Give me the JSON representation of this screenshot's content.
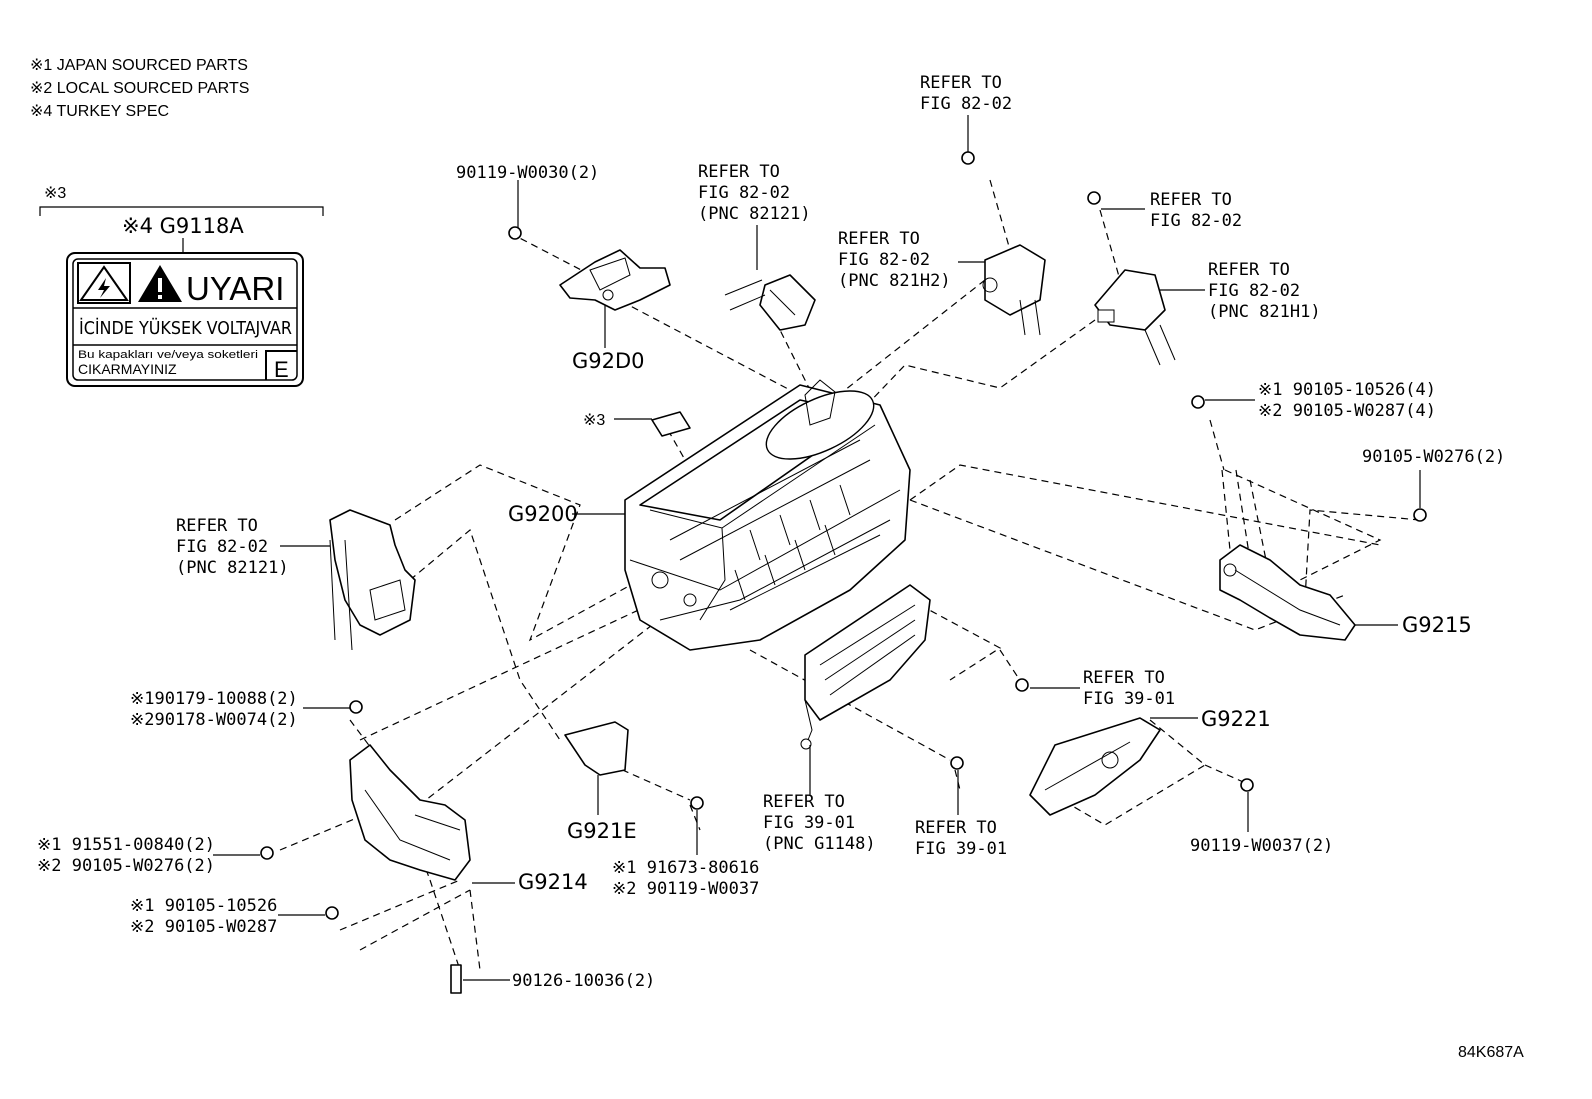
{
  "legend": [
    "※1 JAPAN SOURCED PARTS",
    "※2 LOCAL SOURCED PARTS",
    "※4 TURKEY SPEC"
  ],
  "label_box": {
    "bracket_note": "※3",
    "part_no": "※4 G9118A",
    "warning_word": "UYARI",
    "line1": "İCİNDE YÜKSEK VOLTAJVAR",
    "line2": "Bu kapakları ve/veya soketleri",
    "line3": "CIKARMAYINIZ",
    "corner_letter": "E"
  },
  "callouts": {
    "bolt_w0030": "90119-W0030(2)",
    "refer_top_center": [
      "REFER TO",
      "FIG 82-02",
      "(PNC 82121)"
    ],
    "refer_top_mid": [
      "REFER TO",
      "FIG 82-02"
    ],
    "refer_top_right_1": [
      "REFER TO",
      "FIG 82-02"
    ],
    "refer_h2": [
      "REFER TO",
      "FIG 82-02",
      "(PNC 821H2)"
    ],
    "refer_h1": [
      "REFER TO",
      "FIG 82-02",
      "(PNC 821H1)"
    ],
    "g92d0": "G92D0",
    "note3": "※3",
    "g9200": "G9200",
    "refer_left": [
      "REFER TO",
      "FIG 82-02",
      "(PNC 82121)"
    ],
    "bolt_right_1": "※1 90105-10526(4)",
    "bolt_right_2": "※2 90105-W0287(4)",
    "bolt_w0276_right": "90105-W0276(2)",
    "g9215": "G9215",
    "refer_fig39_right": [
      "REFER TO",
      "FIG 39-01"
    ],
    "g9221": "G9221",
    "bolt_w0037_right": "90119-W0037(2)",
    "refer_fig39_center": [
      "REFER TO",
      "FIG 39-01",
      "(PNC G1148)"
    ],
    "refer_fig39_lower": [
      "REFER TO",
      "FIG 39-01"
    ],
    "g921e": "G921E",
    "bolt_91673_1": "※1 91673-80616",
    "bolt_91673_2": "※2 90119-W0037",
    "nut_1": "※190179-10088(2)",
    "nut_2": "※290178-W0074(2)",
    "bolt_91551_1": "※1 91551-00840(2)",
    "bolt_91551_2": "※2 90105-W0276(2)",
    "g9214": "G9214",
    "bolt_10526_1": "※1 90105-10526",
    "bolt_10526_2": "※2 90105-W0287",
    "stud": "90126-10036(2)"
  },
  "figure_id": "84K687A"
}
